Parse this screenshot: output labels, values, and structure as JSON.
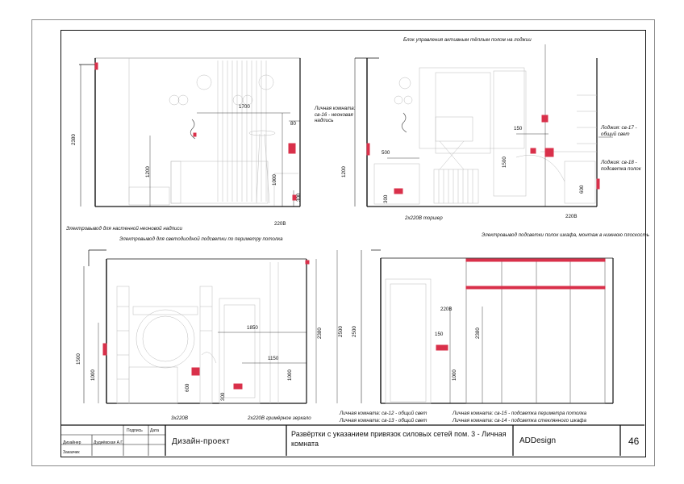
{
  "notes": {
    "top_left_neon": "Электровывод для настенной неоновой надписи",
    "top_left_room": "Личная комната: св-16 - неоновая надпись",
    "top_right_floor": "Блок управления активным тёплым полом на лоджии",
    "top_right_loggia17": "Лоджия: св-17 - общий свет",
    "top_right_loggia18": "Лоджия: св-18 - подсветка полок",
    "top_right_torsher": "2х220В торшер",
    "bottom_left_led": "Электровывод для светодиодной подсветки по периметру потолка",
    "bottom_left_3x": "3х220В",
    "bottom_left_mirror": "2х220В гримёрное зеркало",
    "bottom_right_shelf": "Электровывод подсветки полок шкафа, монтаж в нижнюю плоскость",
    "legend_12": "Личная комната: св-12 - общий свет",
    "legend_13": "Личная комната: св-13 - общий свет",
    "legend_15": "Личная комната: св-15 - подсветка периметра потолка",
    "legend_14": "Личная комната: св-14 - подсветка стеклянного шкафа"
  },
  "dims": {
    "tl_2380": "2380",
    "tl_1700": "1700",
    "tl_80": "80",
    "tl_1200": "1200",
    "tl_1000": "1000",
    "tl_300": "300",
    "tl_220": "220В",
    "tr_150": "150",
    "tr_500": "500",
    "tr_1200": "1200",
    "tr_1500": "1500",
    "tr_300": "300",
    "tr_600": "600",
    "tr_220": "220В",
    "bl_1850": "1850",
    "bl_1150": "1150",
    "bl_1500": "1500",
    "bl_1000a": "1000",
    "bl_600": "600",
    "bl_300": "300",
    "bl_1000b": "1000",
    "bl_2380": "2380",
    "bl_2500": "2500",
    "br_2500": "2500",
    "br_220": "220В",
    "br_150": "150",
    "br_1000": "1000",
    "br_2380": "2380"
  },
  "title_block": {
    "label_designer": "Дизайнер",
    "designer_name": "Дудиёвская А.Г.",
    "label_client": "Заказчик",
    "label_signature": "Подпись",
    "label_date": "Дата",
    "project": "Дизайн-проект",
    "sheet_title": "Развёртки с указанием привязок силовых сетей пом. 3 - Личная комната",
    "company": "ADDesign",
    "sheet_number": "46"
  },
  "colors": {
    "outlet": "#d9304a",
    "line": "#111111",
    "light": "#bdbdbd"
  }
}
